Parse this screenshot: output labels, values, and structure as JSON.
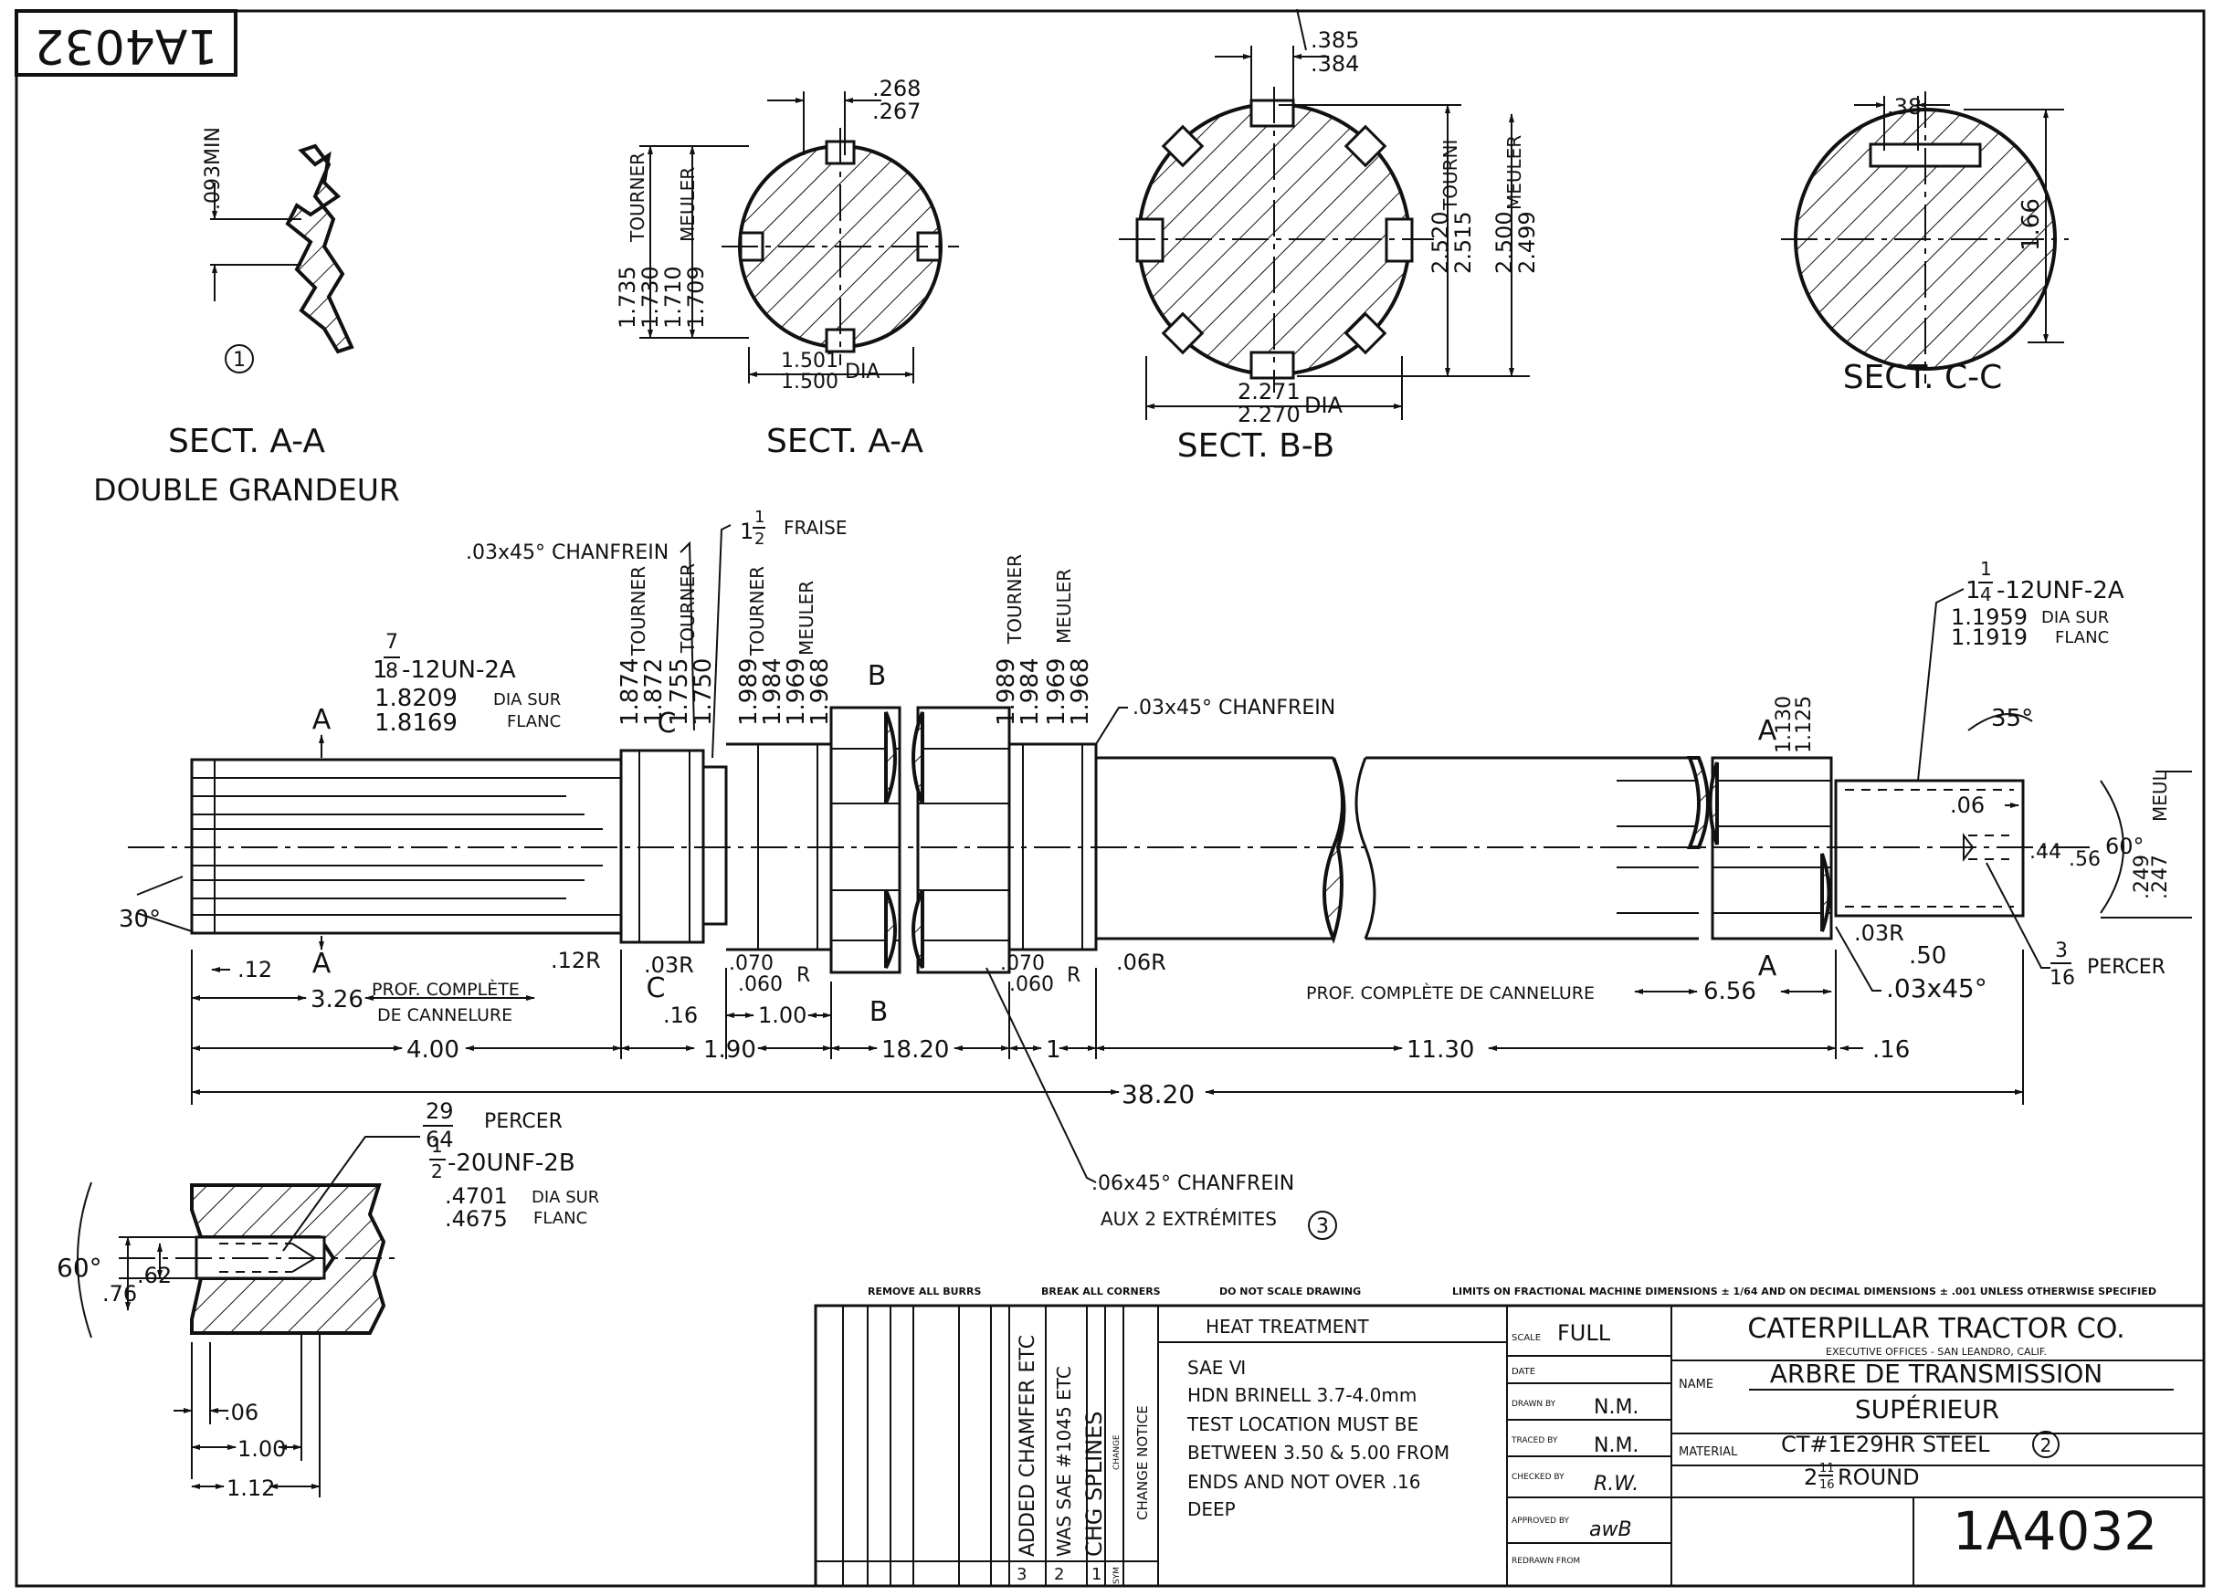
{
  "stamp": {
    "number": "1A4032"
  },
  "sections": {
    "aa_double": {
      "title": "SECT. A-A",
      "subtitle": "DOUBLE GRANDEUR",
      "note_num": "1",
      "dim_min": ".093MIN"
    },
    "aa": {
      "title": "SECT. A-A",
      "dim_top": [
        ".268",
        ".267"
      ],
      "dim_dia": [
        "1.501",
        "1.500"
      ],
      "dia_label": "DIA",
      "dim_turn": [
        "1.735",
        "1.730"
      ],
      "turn_label": "TOURNER",
      "dim_grind": [
        "1.710",
        "1.709"
      ],
      "grind_label": "MEULER"
    },
    "bb": {
      "title": "SECT. B-B",
      "dim_top": [
        ".385",
        ".384"
      ],
      "dim_dia": [
        "2.271",
        "2.270"
      ],
      "dia_label": "DIA",
      "dim_turn": [
        "2.520",
        "2.515"
      ],
      "turn_label": "TOURNI",
      "dim_grind": [
        "2.500",
        "2.499"
      ],
      "grind_label": "MEULER"
    },
    "cc": {
      "title": "SECT. C-C",
      "dim_top": ".38",
      "dim_side": "1.66"
    }
  },
  "shaft": {
    "left_thread": {
      "spec_whole": "1",
      "spec_num": "7",
      "spec_den": "8",
      "spec_rest": "-12UN-2A",
      "d1": "1.8209",
      "d2": "1.8169",
      "note1": "DIA SUR",
      "note2": "FLANC"
    },
    "right_thread": {
      "spec_whole": "1",
      "spec_num": "1",
      "spec_den": "4",
      "spec_rest": "-12UNF-2A",
      "d1": "1.1959",
      "d2": "1.1919",
      "note1": "DIA SUR",
      "note2": "FLANC"
    },
    "chamfer_left": ".03x45° CHANFREIN",
    "fraise_whole": "1",
    "fraise_num": "1",
    "fraise_den": "2",
    "fraise_label": "FRAISE",
    "chamfer_mid": ".03x45° CHANFREIN",
    "dia1": [
      "1.874",
      "1.872"
    ],
    "dia1_label": "TOURNER",
    "dia2": [
      "1.755",
      "1.750"
    ],
    "dia2_label": "TOURNER",
    "dia3": [
      "1.989",
      "1.984"
    ],
    "dia3_label": "TOURNER",
    "dia4": [
      "1.969",
      "1.968"
    ],
    "dia4_label": "MEULER",
    "dia5": [
      "1.989",
      "1.984"
    ],
    "dia5_label": "TOURNER",
    "dia6": [
      "1.969",
      "1.968"
    ],
    "dia6_label": "MEULER",
    "dia7": [
      "1.130",
      "1.125"
    ],
    "angle35": "35°",
    "angle30": "30°",
    "angle60": "60°",
    "d06": ".06",
    "d44": ".44",
    "d56": ".56",
    "meul": [
      ".249",
      ".247"
    ],
    "meul_label": "MEUL",
    "r03": ".03R",
    "r12": ".12R",
    "r03c": ".03R",
    "r070": [
      ".070",
      ".060"
    ],
    "r070b": [
      ".070",
      ".060"
    ],
    "r06": ".06R",
    "r_label": "R",
    "d50": ".50",
    "drill_num": "3",
    "drill_den": "16",
    "drill_label": "PERCER",
    "ch03": ".03x45°",
    "prof_left1": "PROF. COMPLÈTE",
    "prof_left2": "DE CANNELURE",
    "prof_right": "PROF. COMPLÈTE  DE CANNELURE",
    "d012": ".12",
    "d326": "3.26",
    "d016a": ".16",
    "d100": "1.00",
    "d656": "6.56",
    "d400": "4.00",
    "d190": "1.90",
    "d1820": "18.20",
    "d1": "1",
    "d1130": "11.30",
    "d016b": ".16",
    "d3820": "38.20",
    "sec_A": "A",
    "sec_B": "B",
    "sec_C": "C",
    "chamfer_ends": ".06x45° CHANFREIN",
    "chamfer_ends2": "AUX 2 EXTRÉMITES",
    "note3": "3"
  },
  "detail": {
    "drill_num": "29",
    "drill_den": "64",
    "drill_label": "PERCER",
    "tap_num": "1",
    "tap_den": "2",
    "tap_rest": "-20UNF-2B",
    "d1": ".4701",
    "d2": ".4675",
    "note1": "DIA SUR",
    "note2": "FLANC",
    "angle": "60°",
    "d076": ".76",
    "d062": ".62",
    "d006": ".06",
    "d100": "1.00",
    "d112": "1.12"
  },
  "title_block": {
    "top_notes": [
      "REMOVE ALL BURRS",
      "BREAK ALL CORNERS",
      "DO NOT SCALE DRAWING",
      "LIMITS ON FRACTIONAL MACHINE DIMENSIONS ± 1/64 AND ON DECIMAL DIMENSIONS ± .001 UNLESS OTHERWISE SPECIFIED"
    ],
    "changes": [
      {
        "num": "3",
        "text": "ADDED CHAMFER ETC"
      },
      {
        "num": "2",
        "text": "WAS SAE #1045 ETC"
      },
      {
        "num": "1",
        "text": "CHG SPLINES"
      }
    ],
    "sym_label": "SYM",
    "change_label": "CHANGE",
    "change_notice": "CHANGE NOTICE",
    "heat_header": "HEAT TREATMENT",
    "heat_lines": [
      "SAE Ⅵ",
      "HDN  BRINELL 3.7-4.0mm",
      "TEST LOCATION MUST BE",
      "BETWEEN 3.50 & 5.00 FROM",
      "ENDS AND NOT OVER .16",
      "DEEP"
    ],
    "scale_label": "SCALE",
    "scale": "FULL",
    "date_label": "DATE",
    "drawn_label": "DRAWN BY",
    "drawn": "N.M.",
    "traced_label": "TRACED BY",
    "traced": "N.M.",
    "checked_label": "CHECKED BY",
    "checked": "R.W.",
    "approved_label": "APPROVED BY",
    "approved": "awB",
    "redrawn_label": "REDRAWN FROM",
    "company": "CATERPILLAR TRACTOR CO.",
    "company_sub": "EXECUTIVE OFFICES - SAN LEANDRO, CALIF.",
    "name_label": "NAME",
    "name_line1": "ARBRE DE TRANSMISSION",
    "name_line2": "SUPÉRIEUR",
    "material_label": "MATERIAL",
    "material": "CT#1E29HR STEEL",
    "material_note": "2",
    "stock_whole": "2",
    "stock_num": "11",
    "stock_den": "16",
    "stock_rest": "ROUND",
    "part_number": "1A4032"
  }
}
